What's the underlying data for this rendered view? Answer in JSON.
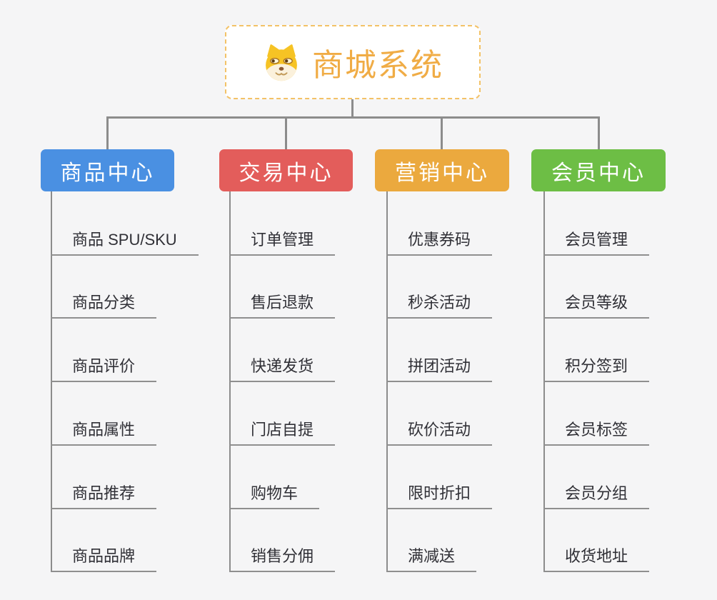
{
  "background": "#f5f5f6",
  "connector_color": "#8c8c8c",
  "root": {
    "title": "商城系统",
    "icon": "dog-face-icon",
    "accent": "#F0AC45",
    "border_color": "#F3C267"
  },
  "branches": [
    {
      "label": "商品中心",
      "color": "#4A90E2",
      "items": [
        "商品 SPU/SKU",
        "商品分类",
        "商品评价",
        "商品属性",
        "商品推荐",
        "商品品牌"
      ]
    },
    {
      "label": "交易中心",
      "color": "#E35D5B",
      "items": [
        "订单管理",
        "售后退款",
        "快递发货",
        "门店自提",
        "购物车",
        "销售分佣"
      ]
    },
    {
      "label": "营销中心",
      "color": "#EBA93E",
      "items": [
        "优惠券码",
        "秒杀活动",
        "拼团活动",
        "砍价活动",
        "限时折扣",
        "满减送"
      ]
    },
    {
      "label": "会员中心",
      "color": "#6DBE45",
      "items": [
        "会员管理",
        "会员等级",
        "积分签到",
        "会员标签",
        "会员分组",
        "收货地址"
      ]
    }
  ]
}
